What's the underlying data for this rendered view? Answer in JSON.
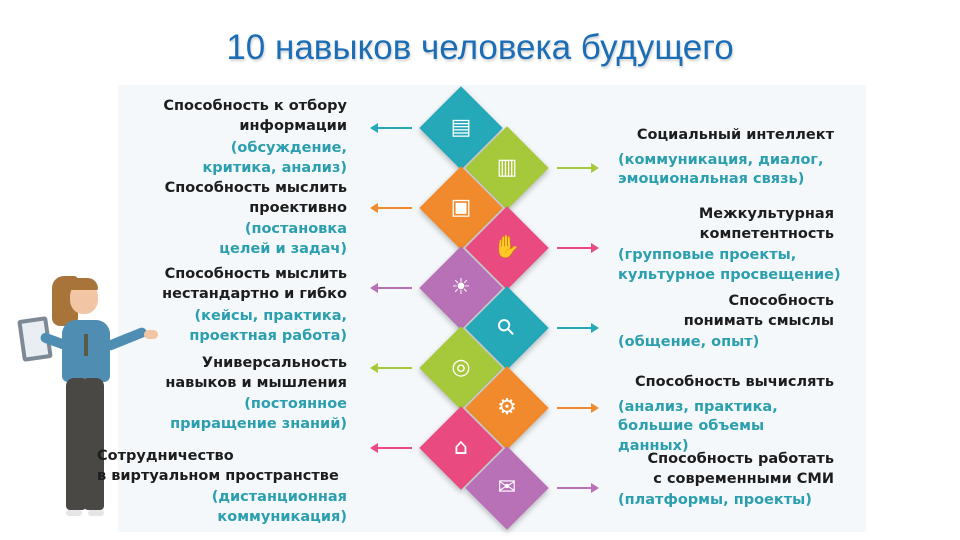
{
  "title": "10 навыков человека будущего",
  "colors": {
    "teal": "#25a9b8",
    "lime": "#a6c83b",
    "orange": "#f08a2c",
    "pink": "#e94b80",
    "purple": "#b870b6",
    "subtext": "#2b9fae",
    "title": "#1b6db6"
  },
  "left_skills": [
    {
      "title_lines": [
        "Способность к отбору",
        "информации"
      ],
      "sub_lines": [
        "(обсуждение,",
        "критика, анализ)"
      ],
      "icon": "laptop-document-icon",
      "color": "teal"
    },
    {
      "title_lines": [
        "Способность мыслить",
        "проективно"
      ],
      "sub_lines": [
        "(постановка",
        "целей и задач)"
      ],
      "icon": "briefcase-icon",
      "color": "orange"
    },
    {
      "title_lines": [
        "Способность мыслить",
        "нестандартно и гибко"
      ],
      "sub_lines": [
        "(кейсы, практика,",
        "проектная работа)"
      ],
      "icon": "lightbulb-icon",
      "color": "purple"
    },
    {
      "title_lines": [
        "Универсальность",
        "навыков и мышления"
      ],
      "sub_lines": [
        "(постоянное",
        "приращение знаний)"
      ],
      "icon": "target-icon",
      "color": "lime"
    },
    {
      "title_lines": [
        "Сотрудничество",
        "в виртуальном пространстве"
      ],
      "sub_lines": [
        "(дистанционная",
        "коммуникация)"
      ],
      "icon": "house-icon",
      "color": "pink"
    }
  ],
  "right_skills": [
    {
      "title_lines": [
        "Социальный интеллект"
      ],
      "sub_lines": [
        "(коммуникация, диалог,",
        "эмоциональная связь)"
      ],
      "icon": "bar-chart-icon",
      "color": "lime"
    },
    {
      "title_lines": [
        "Межкультурная",
        "компетентность"
      ],
      "sub_lines": [
        "(групповые проекты,",
        "культурное просвещение)"
      ],
      "icon": "handshake-icon",
      "color": "pink"
    },
    {
      "title_lines": [
        "Способность",
        "понимать смыслы"
      ],
      "sub_lines": [
        "(общение, опыт)"
      ],
      "icon": "magnifier-icon",
      "color": "teal"
    },
    {
      "title_lines": [
        "Способность вычислять"
      ],
      "sub_lines": [
        "(анализ, практика,",
        "большие объемы данных)"
      ],
      "icon": "gear-icon",
      "color": "orange"
    },
    {
      "title_lines": [
        "Способность работать",
        "с современными СМИ"
      ],
      "sub_lines": [
        "(платформы, проекты)"
      ],
      "icon": "envelope-icon",
      "color": "purple"
    }
  ]
}
